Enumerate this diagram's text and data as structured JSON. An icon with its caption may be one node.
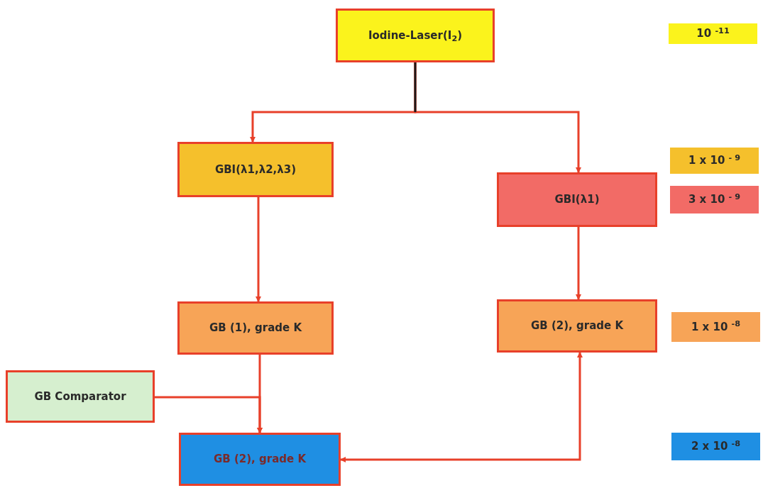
{
  "diagram": {
    "nodes": [
      {
        "text": [
          "Iodine-Laser(I$_{2}$)"
        ]
      },
      {
        "text": [
          "GBI(λ1,λ2,λ3)"
        ]
      },
      {
        "text": [
          "GBI(λ1)"
        ]
      },
      {
        "text": [
          "GB (1), grade K"
        ]
      },
      {
        "text": [
          "GB (2), grade K"
        ]
      },
      {
        "text": [
          "GB Comparator"
        ]
      },
      {
        "text": [
          "GB (2), grade K"
        ]
      },
      {
        "text": [
          "10 $^{-11}$"
        ]
      },
      {
        "text": [
          "1 x 10 $^{- 9}$"
        ]
      },
      {
        "text": [
          "3 x 10 $^{- 9}$"
        ]
      },
      {
        "text": [
          "1 x 10 $^{-8}$"
        ]
      },
      {
        "text": [
          "2 x 10 $^{-8}$"
        ]
      }
    ],
    "edges": [
      {
        "from": 0,
        "to": 1,
        "arrow": "to"
      },
      {
        "from": 0,
        "to": 2,
        "arrow": "to"
      },
      {
        "from": 1,
        "to": 3,
        "arrow": "to"
      },
      {
        "from": 2,
        "to": 4,
        "arrow": "to"
      },
      {
        "from": 3,
        "to": 6,
        "arrow": "to"
      },
      {
        "from": 5,
        "to": 6,
        "arrow": "to"
      },
      {
        "from": 6,
        "to": 4,
        "arrow": "both"
      }
    ]
  }
}
